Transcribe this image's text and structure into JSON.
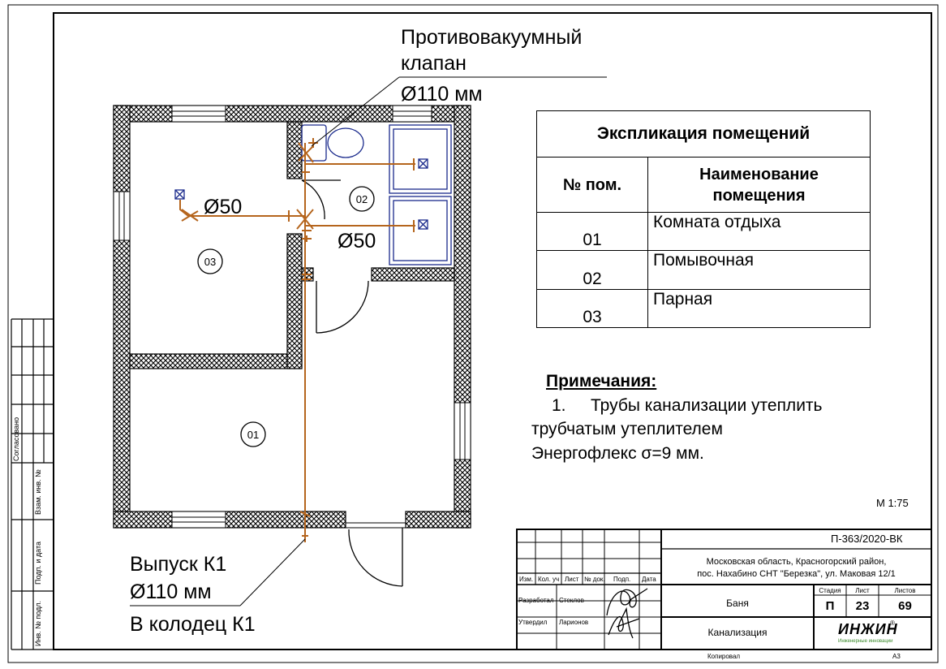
{
  "valve_label": {
    "line1": "Противовакуумный",
    "line2": "клапан",
    "line3": "Ø110 мм"
  },
  "pipe_labels": {
    "left": "Ø50",
    "right": "Ø50"
  },
  "outlet_label": {
    "line1": "Выпуск К1",
    "line2": "Ø110 мм",
    "line3": "В колодец К1"
  },
  "room_marks": [
    "03",
    "02",
    "01"
  ],
  "explication": {
    "title": "Экспликация помещений",
    "col_num": "№ пом.",
    "col_name_line1": "Наименование",
    "col_name_line2": "помещения",
    "rows": [
      {
        "num": "01",
        "name": "Комната отдыха"
      },
      {
        "num": "02",
        "name": "Помывочная"
      },
      {
        "num": "03",
        "name": "Парная"
      }
    ]
  },
  "notes": {
    "title": "Примечания:",
    "item_num": "1.",
    "line1": "Трубы канализации утеплить",
    "line2": "трубчатым утеплителем",
    "line3": "Энергофлекс σ=9 мм."
  },
  "scale": "М 1:75",
  "title_block": {
    "doc_code": "П-363/2020-ВК",
    "address_line1": "Московская область, Красногорский район,",
    "address_line2": "пос. Нахабино СНТ \"Березка\", ул. Маковая 12/1",
    "col_izm": "Изм.",
    "col_kol": "Кол. уч",
    "col_list": "Лист",
    "col_ndoc": "№ док.",
    "col_podp": "Подп.",
    "col_data": "Дата",
    "developed_label": "Разработал",
    "developed_name": "Стеклов",
    "approved_label": "Утвердил",
    "approved_name": "Ларионов",
    "object_name": "Баня",
    "stage_label": "Стадия",
    "sheet_label": "Лист",
    "sheets_label": "Листов",
    "stage": "П",
    "sheet": "23",
    "sheets": "69",
    "drawing_name": "Канализация",
    "logo_text": "ИНЖИН",
    "logo_reg": "®",
    "logo_sub": "Инженерные инновации",
    "copied": "Копировал",
    "format": "А3"
  },
  "side_stamp": {
    "agreed": "Согласовано",
    "inv_replace": "Взам. инв. №",
    "sign_date": "Подп. и дата",
    "inv_orig": "Инв. № подл."
  },
  "colors": {
    "pipe": "#b5651d",
    "fixture": "#1a2a8c",
    "line": "#000000"
  }
}
